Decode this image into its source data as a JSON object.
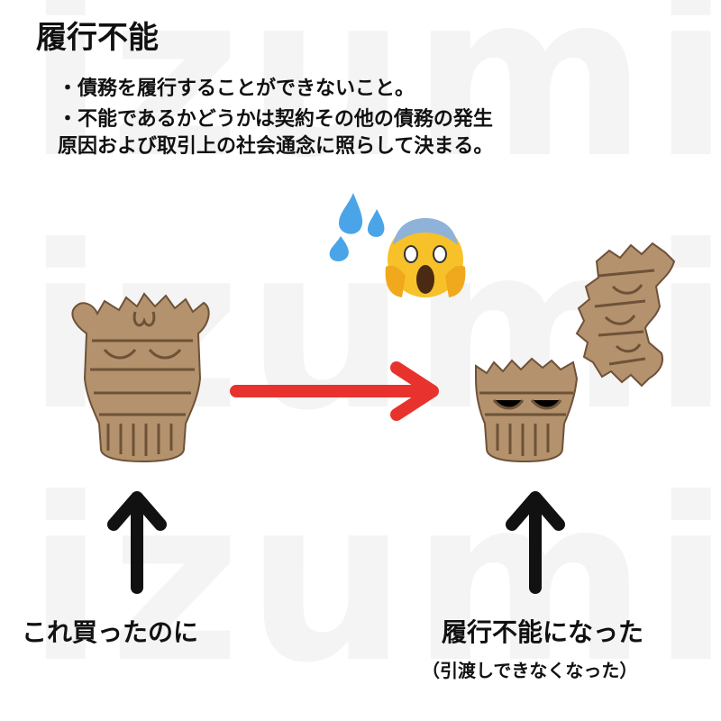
{
  "watermark": "izumin",
  "title": "履行不能",
  "description": [
    "・債務を履行することができないこと。",
    "・不能であるかどうかは契約その他の債務の発生",
    "原因および取引上の社会通念に照らして決まる。"
  ],
  "left_caption": "これ買ったのに",
  "right_caption": "履行不能になった",
  "right_subcaption": "（引渡しできなくなった）",
  "colors": {
    "arrow_red": "#e8322e",
    "arrow_black": "#111111",
    "pottery": "#b3926d",
    "pottery_line": "#6e5238",
    "emoji_yellow": "#f7c12a",
    "emoji_blue": "#4aa5e8"
  }
}
